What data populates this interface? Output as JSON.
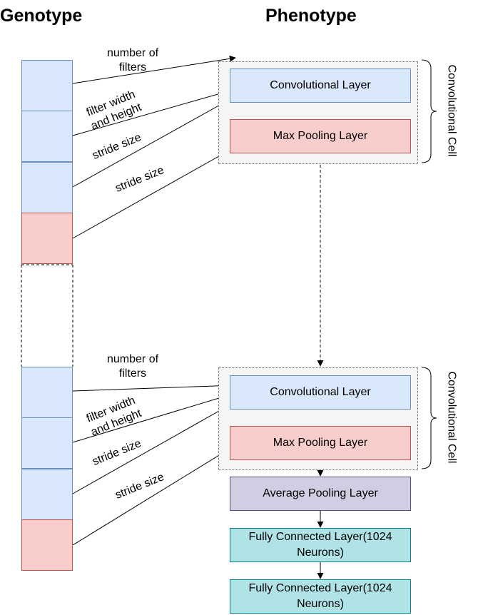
{
  "headings": {
    "genotype": "Genotype",
    "phenotype": "Phenotype"
  },
  "cells": [
    {
      "side_label": "Convolutional Cell",
      "conv": "Convolutional Layer",
      "pool": "Max Pooling Layer",
      "param_labels": [
        "number of filters",
        "filter width and height",
        "stride size",
        "stride size"
      ]
    },
    {
      "side_label": "Convolutional Cell",
      "conv": "Convolutional Layer",
      "pool": "Max Pooling Layer",
      "param_labels": [
        "number of filters",
        "filter width and height",
        "stride size",
        "stride size"
      ]
    }
  ],
  "param_text": {
    "num_filters_l1": "number of",
    "num_filters_l2": "filters",
    "filter_wh_l1": "filter width",
    "filter_wh_l2": "and height",
    "stride": "stride size"
  },
  "avg_pool": "Average Pooling Layer",
  "fc_layers": [
    {
      "line1": "Fully Connected Layer(1024",
      "line2": "Neurons)"
    },
    {
      "line1": "Fully Connected Layer(1024",
      "line2": "Neurons)"
    }
  ],
  "colors": {
    "conv_fill": "#dae8fc",
    "conv_stroke": "#6c8ebf",
    "pool_fill": "#f8cecc",
    "pool_stroke": "#b85450",
    "avg_fill": "#d0cee2",
    "avg_stroke": "#56517e",
    "fc_fill": "#b0e3e6",
    "fc_stroke": "#0e8088",
    "cell_bg": "#f5f5f5"
  }
}
